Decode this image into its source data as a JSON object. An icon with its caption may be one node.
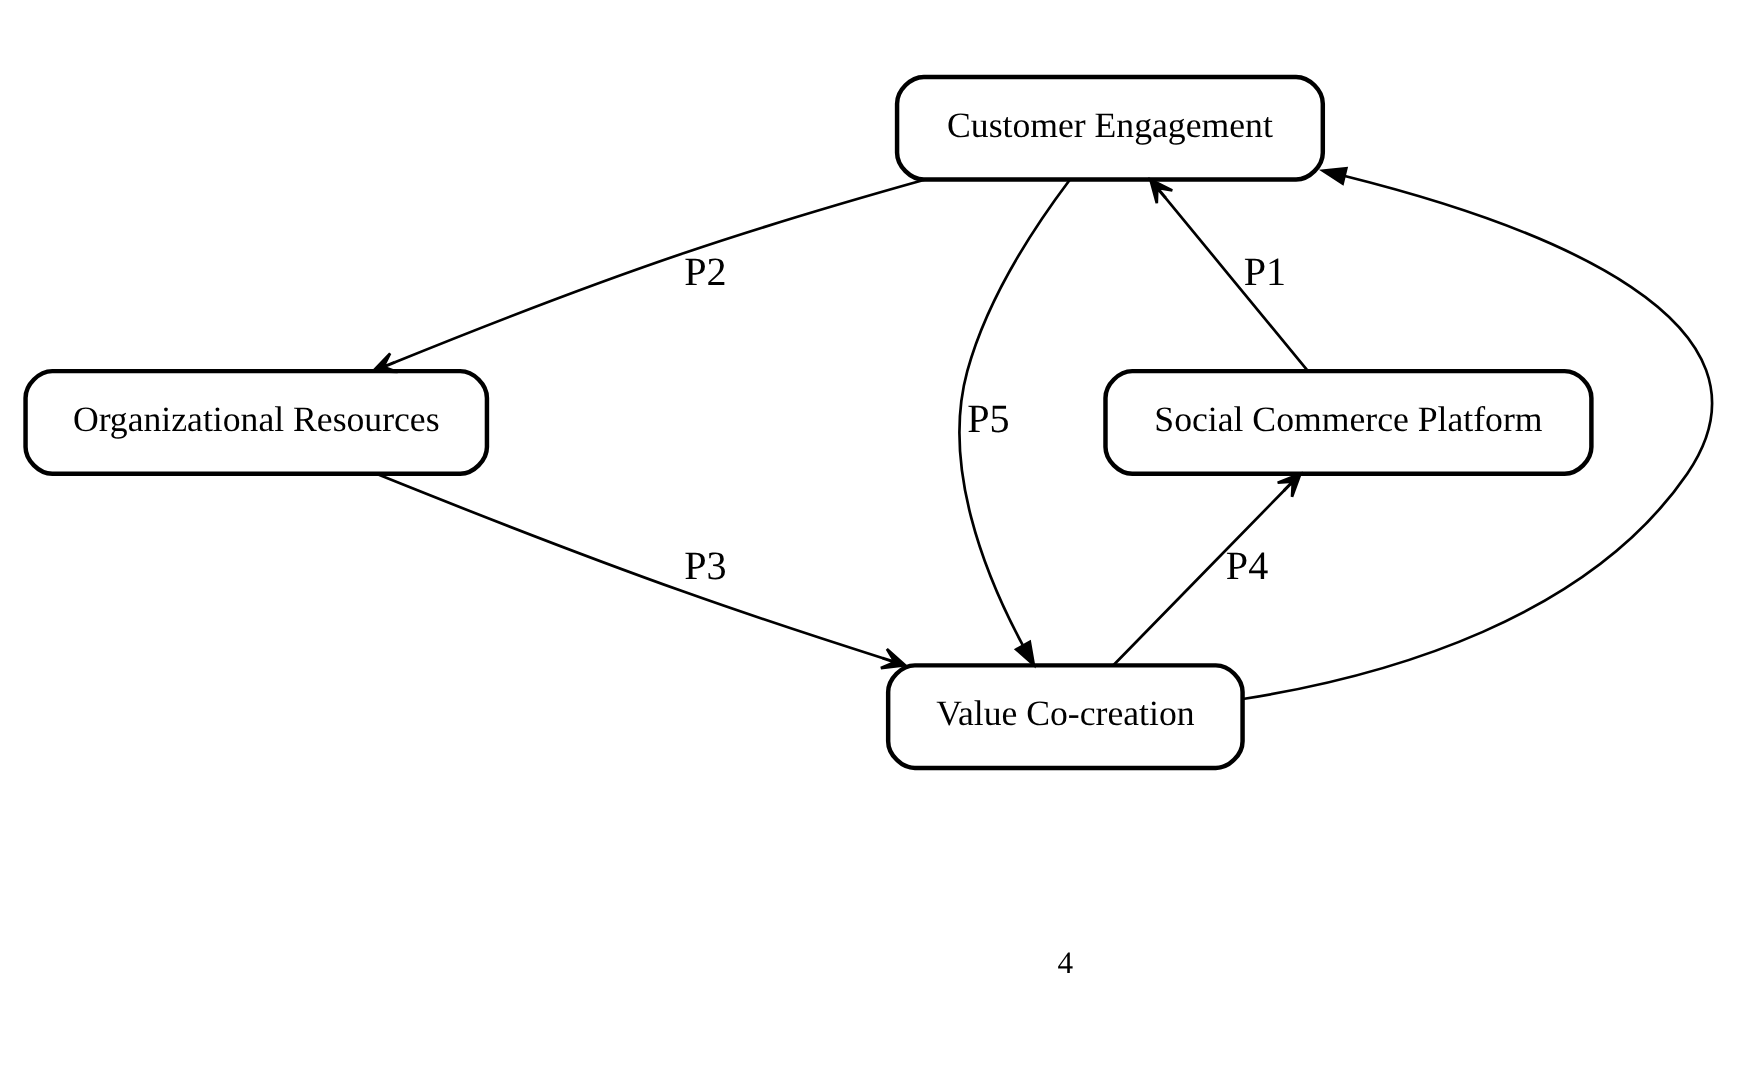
{
  "diagram": {
    "nodes": [
      {
        "text": [
          "Customer Engagement"
        ]
      },
      {
        "text": [
          "Social Commerce Platform"
        ]
      },
      {
        "text": [
          "Organizational Resources"
        ]
      },
      {
        "text": [
          "Value Co-creation"
        ]
      }
    ],
    "edges": [
      {
        "from": 1,
        "to": 0,
        "arrow": "to",
        "label": "P1"
      },
      {
        "from": 0,
        "to": 2,
        "arrow": "to",
        "label": "P2"
      },
      {
        "from": 2,
        "to": 3,
        "arrow": "to",
        "label": "P3"
      },
      {
        "from": 3,
        "to": 1,
        "arrow": "to",
        "label": "P4"
      },
      {
        "from": 0,
        "to": 3,
        "arrow": "to",
        "label": "P5"
      },
      {
        "from": 3,
        "to": 0,
        "arrow": "to"
      }
    ],
    "labels": [
      "4"
    ]
  }
}
